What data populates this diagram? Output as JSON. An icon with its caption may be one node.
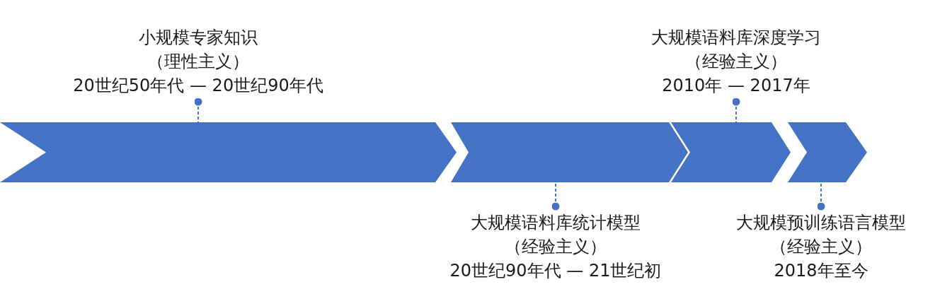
{
  "diagram": {
    "nodes": [
      {
        "text": [],
        "shape": "chevron"
      },
      {
        "text": [],
        "shape": "chevron"
      },
      {
        "text": [],
        "shape": "chevron"
      },
      {
        "text": [],
        "shape": "chevron"
      },
      {
        "text": [
          "小规模专家知识",
          "（理性主义）",
          "20世纪50年代 — 20世纪90年代"
        ]
      },
      {
        "text": [
          "大规模语料库统计模型",
          "（经验主义）",
          "20世纪90年代 — 21世纪初"
        ]
      },
      {
        "text": [
          "大规模语料库深度学习",
          "（经验主义）",
          "2010年 — 2017年"
        ]
      },
      {
        "text": [
          "大规模预训练语言模型",
          "（经验主义）",
          "2018年至今"
        ]
      }
    ],
    "edges": [
      {
        "from": 4,
        "to": 0,
        "arrow": "other",
        "style": "dashed"
      },
      {
        "from": 5,
        "to": 1,
        "arrow": "other",
        "style": "dashed"
      },
      {
        "from": 6,
        "to": 2,
        "arrow": "other",
        "style": "dashed"
      },
      {
        "from": 7,
        "to": 3,
        "arrow": "other",
        "style": "dashed"
      }
    ]
  }
}
